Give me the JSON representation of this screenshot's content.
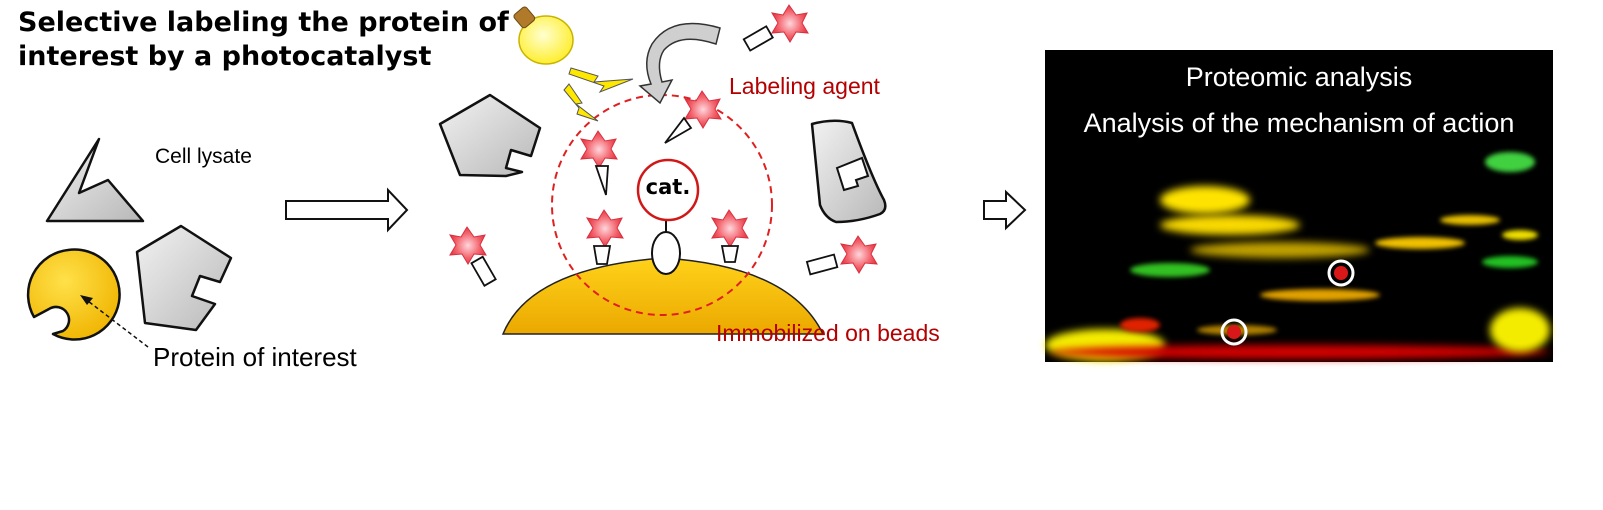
{
  "title": "Selective labeling the protein of interest by a photocatalyst",
  "labels": {
    "cell_lysate": "Cell lysate",
    "protein_of_interest": "Protein of interest",
    "labeling_agent": "Labeling agent",
    "immobilized_on_beads": "Immobilized on beads",
    "catalyst": "cat."
  },
  "gel_panel": {
    "title_line1": "Proteomic analysis",
    "title_line2": "Analysis of the mechanism of action"
  },
  "icons": [
    "light-bulb-icon",
    "lightning-bolt-icon",
    "curved-arrow-icon",
    "right-arrow-icon",
    "star-label-icon"
  ],
  "colors": {
    "protein_gray": "#d6d6d6",
    "protein_of_interest_fill": "#f6c400",
    "bead_fill": "#f3bd00",
    "label_star": "#f0505a",
    "accent_text": "#b40000",
    "dashed_circle": "#e02020",
    "gel_background": "#000000"
  }
}
